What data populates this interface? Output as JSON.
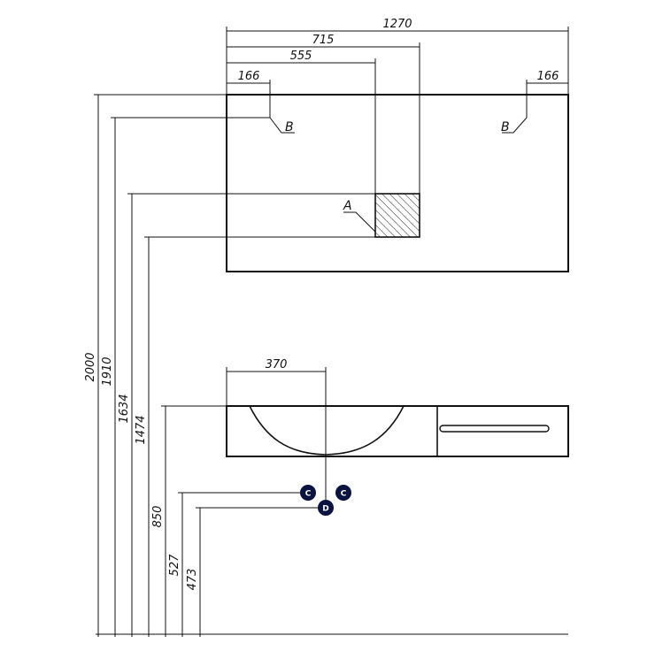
{
  "diagram": {
    "dimensions": {
      "top_width": "1270",
      "top_715": "715",
      "top_555": "555",
      "top_166_left": "166",
      "top_166_right": "166",
      "basin_width": "370",
      "h_2000": "2000",
      "h_1910": "1910",
      "h_1634": "1634",
      "h_1474": "1474",
      "h_850": "850",
      "h_527": "527",
      "h_473": "473"
    },
    "labels": {
      "point_a": "A",
      "point_b_left": "B",
      "point_b_right": "B",
      "connector_c_left": "C",
      "connector_c_right": "C",
      "connector_d": "D"
    },
    "colors": {
      "line": "#111111",
      "badge": "#0b1440",
      "hatch": "#333333"
    }
  }
}
